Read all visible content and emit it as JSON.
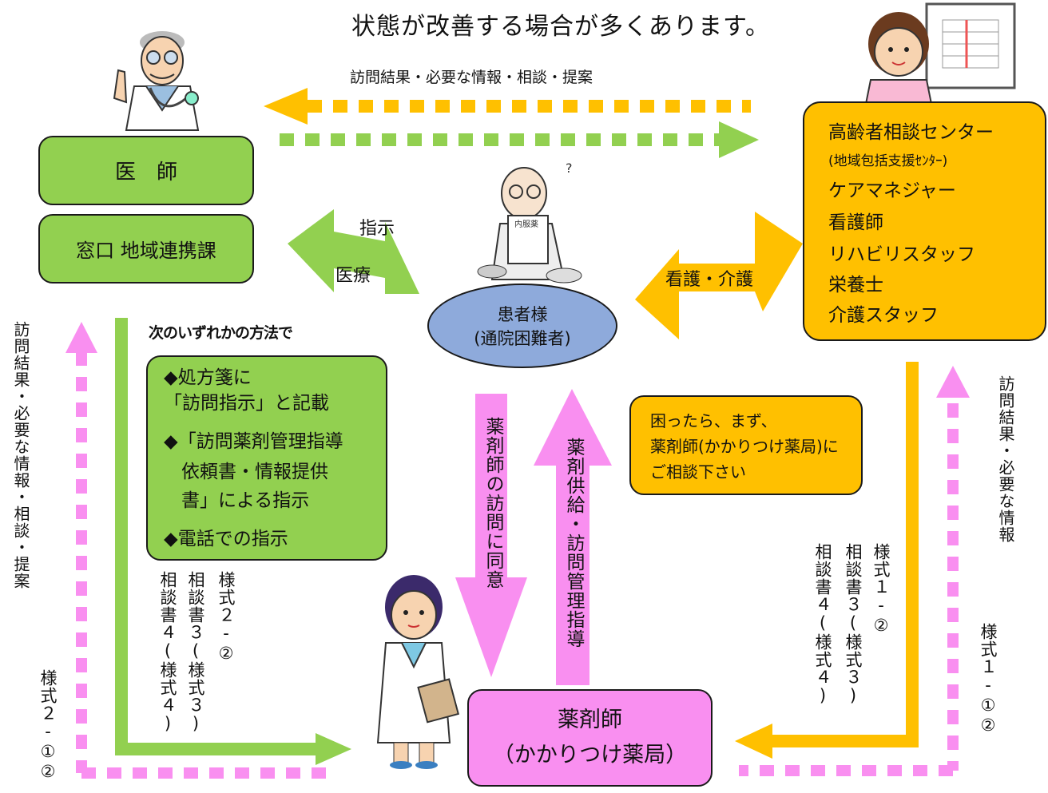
{
  "heading": "状態が改善する場合が多くあります。",
  "top_flow_label": "訪問結果・必要な情報・相談・提案",
  "doctor": {
    "title": "医　師",
    "contact": "窓口 地域連携課"
  },
  "community": {
    "lines": [
      "高齢者相談センター",
      "(地域包括支援ｾﾝﾀｰ)",
      "ケアマネジャー",
      "看護師",
      "リハビリスタッフ",
      "栄養士",
      "介護スタッフ"
    ]
  },
  "patient": {
    "line1": "患者様",
    "line2": "(通院困難者)"
  },
  "arrow_labels": {
    "instruction": "指示",
    "medical": "医療",
    "nursing_care": "看護・介護",
    "consent": "薬剤師の訪問に同意",
    "supply": "薬剤供給・訪問管理指導"
  },
  "methods": {
    "intro": "次のいずれかの方法で",
    "item1_line1": "◆処方箋に",
    "item1_line2": "「訪問指示」と記載",
    "item2_line1": "◆「訪問薬剤管理指導",
    "item2_line2": "依頼書・情報提供",
    "item2_line3": "書」による指示",
    "item3": "◆電話での指示"
  },
  "consult_note": {
    "line1": "困ったら、まず、",
    "line2": "薬剤師(かかりつけ薬局)に",
    "line3": "ご相談下さい"
  },
  "pharmacist": {
    "line1": "薬剤師",
    "line2": "（かかりつけ薬局）"
  },
  "forms": {
    "left_outer_label": "訪問結果・必要な情報・相談・提案",
    "left_form_21": "様式２-①②",
    "left_form_22": "様式２-②",
    "left_form_c3": "相談書３(様式３)",
    "left_form_c4": "相談書４(様式４)",
    "right_form_12": "様式１-②",
    "right_form_c3": "相談書３(様式３)",
    "right_form_c4": "相談書４(様式４)",
    "right_form_11": "様式１-①②",
    "right_outer_label": "訪問結果・必要な情報"
  },
  "illustration_labels": {
    "medicine_bag": "内服薬"
  },
  "colors": {
    "green": "#92d050",
    "orange": "#ffc000",
    "pink": "#f98ff0",
    "patient": "#8eaadb"
  }
}
